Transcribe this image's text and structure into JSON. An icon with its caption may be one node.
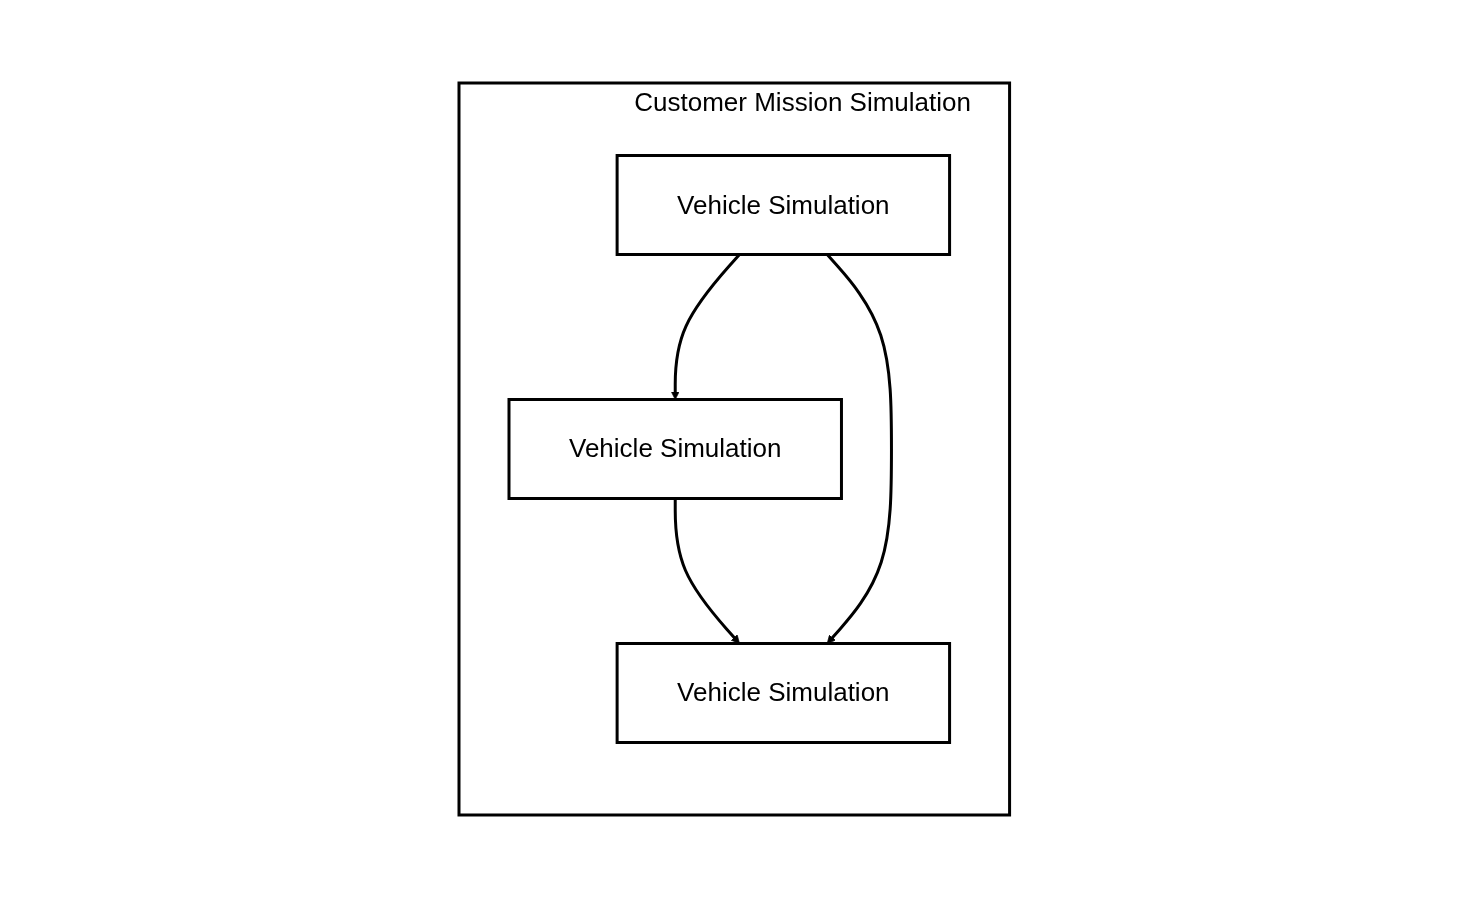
{
  "diagram": {
    "nodes": [
      {
        "text": [
          "Customer Mission Simulation"
        ]
      },
      {
        "text": [
          "Vehicle Simulation"
        ],
        "in": 0
      },
      {
        "text": [
          "Vehicle Simulation"
        ],
        "in": 0
      },
      {
        "text": [
          "Vehicle Simulation"
        ],
        "in": 0
      }
    ],
    "edges": [
      {
        "from": 2,
        "to": 1,
        "arrow": "to"
      },
      {
        "from": 3,
        "to": 2,
        "arrow": "to"
      },
      {
        "from": 3,
        "to": 1,
        "arrow": "to"
      }
    ]
  }
}
